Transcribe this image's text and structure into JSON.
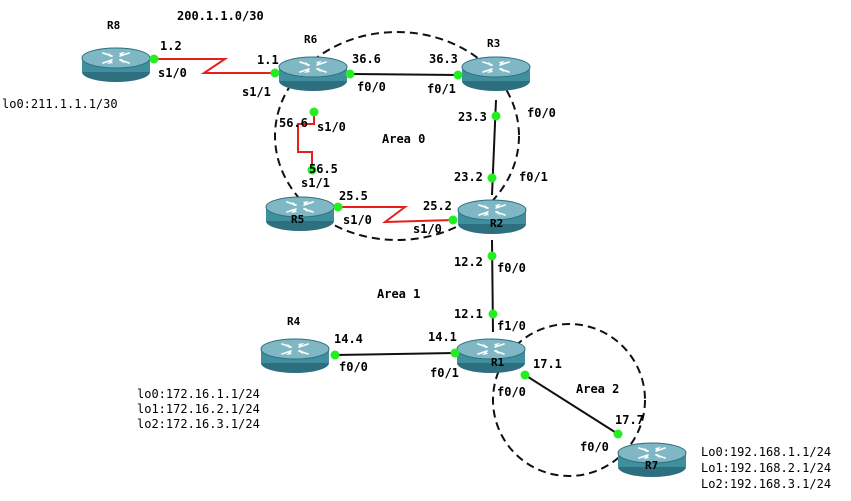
{
  "colors": {
    "serial_link": "#e8201c",
    "ethernet_link": "#111111",
    "port_dot": "#22ee22",
    "router_top": "#7fb8c4",
    "router_body": "#3f8f9f",
    "router_dark": "#2d6f7f",
    "area_border": "#111111"
  },
  "routers": [
    {
      "id": "R8",
      "name": "R8",
      "icon": "router-icon"
    },
    {
      "id": "R6",
      "name": "R6",
      "icon": "router-icon"
    },
    {
      "id": "R3",
      "name": "R3",
      "icon": "router-icon"
    },
    {
      "id": "R5",
      "name": "R5",
      "icon": "router-icon"
    },
    {
      "id": "R2",
      "name": "R2",
      "icon": "router-icon"
    },
    {
      "id": "R4",
      "name": "R4",
      "icon": "router-icon"
    },
    {
      "id": "R1",
      "name": "R1",
      "icon": "router-icon"
    },
    {
      "id": "R7",
      "name": "R7",
      "icon": "router-icon"
    }
  ],
  "areas": [
    {
      "id": "area0",
      "label": "Area 0"
    },
    {
      "id": "area1",
      "label": "Area 1"
    },
    {
      "id": "area2",
      "label": "Area 2"
    }
  ],
  "links": [
    {
      "id": "r8-r6",
      "type": "serial",
      "from": "R8",
      "to": "R6"
    },
    {
      "id": "r6-r3",
      "type": "ethernet",
      "from": "R6",
      "to": "R3"
    },
    {
      "id": "r6-r5",
      "type": "serial",
      "from": "R6",
      "to": "R5"
    },
    {
      "id": "r5-r2",
      "type": "serial",
      "from": "R5",
      "to": "R2"
    },
    {
      "id": "r3-r2",
      "type": "ethernet",
      "from": "R3",
      "to": "R2"
    },
    {
      "id": "r2-r1",
      "type": "ethernet",
      "from": "R2",
      "to": "R1"
    },
    {
      "id": "r4-r1",
      "type": "ethernet",
      "from": "R4",
      "to": "R1"
    },
    {
      "id": "r1-r7",
      "type": "ethernet",
      "from": "R1",
      "to": "R7"
    }
  ],
  "labels": {
    "net_r8_r6": "200.1.1.0/30",
    "r8_ip": "1.2",
    "r8_if": "s1/0",
    "r8_lo": "lo0:211.1.1.1/30",
    "r6_ip_to_r8": "1.1",
    "r6_if_to_r8": "s1/1",
    "r6_ip_to_r3": "36.6",
    "r6_if_to_r3": "f0/0",
    "r6_ip_to_r5": "56.6",
    "r6_if_to_r5": "s1/0",
    "r3_ip_to_r6": "36.3",
    "r3_if_to_r6": "f0/1",
    "r3_ip_to_r2": "23.3",
    "r3_if_to_r2": "f0/0",
    "r5_ip_to_r6": "56.5",
    "r5_if_to_r6": "s1/1",
    "r5_ip_to_r2": "25.5",
    "r5_if_to_r2": "s1/0",
    "r2_ip_to_r3": "23.2",
    "r2_if_to_r3": "f0/1",
    "r2_ip_to_r5": "25.2",
    "r2_if_to_r5": "s1/0",
    "r2_ip_to_r1": "12.2",
    "r2_if_to_r1": "f0/0",
    "r1_ip_to_r2": "12.1",
    "r1_if_to_r2": "f1/0",
    "r1_ip_to_r4": "14.1",
    "r1_if_to_r4": "f0/1",
    "r1_ip_to_r7": "17.1",
    "r1_if_to_r7": "f0/0",
    "r4_ip": "14.4",
    "r4_if": "f0/0",
    "r7_ip": "17.7",
    "r7_if": "f0/0"
  },
  "loopbacks": {
    "r4": [
      "lo0:172.16.1.1/24",
      "lo1:172.16.2.1/24",
      "lo2:172.16.3.1/24"
    ],
    "r7": [
      "Lo0:192.168.1.1/24",
      "Lo1:192.168.2.1/24",
      "Lo2:192.168.3.1/24"
    ]
  }
}
